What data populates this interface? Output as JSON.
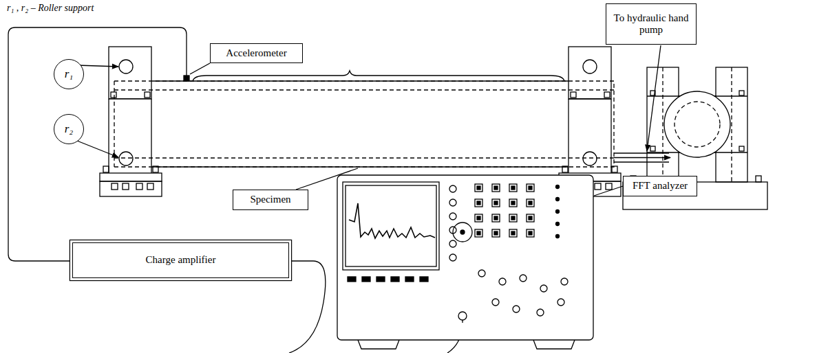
{
  "diagram": {
    "nodes": [
      {
        "text": [
          "Accelerometer"
        ]
      },
      {
        "text": [
          "To hydraulic hand pump"
        ]
      },
      {
        "text": [
          "r₁"
        ]
      },
      {
        "text": [
          "r₂"
        ]
      },
      {
        "text": [
          "Specimen"
        ]
      },
      {
        "text": [
          "FFT analyzer"
        ]
      },
      {
        "text": [
          "Charge amplifier"
        ]
      }
    ],
    "labels": [
      "r₁ , r₂ – Roller support"
    ]
  }
}
